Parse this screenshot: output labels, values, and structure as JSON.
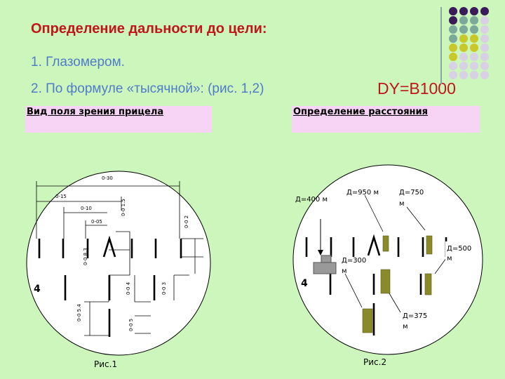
{
  "header": {
    "title": "Определение дальности до цели:",
    "item1": "1. Глазомером.",
    "item2": "2. По формуле «тысячной»: (рис. 1,2)",
    "formula": "DY=B1000"
  },
  "captions": {
    "left": "Вид поля зрения прицела",
    "right": "Определение расстояния"
  },
  "fig1": {
    "label": "Рис.1",
    "number": "4",
    "dim_030": "0-30",
    "dim_015": "0-15",
    "dim_010": "0-10",
    "dim_005": "0-05",
    "v_15": "0-0 1.5",
    "v_2": "0-0 2",
    "v_83": "0-0 8.3",
    "v_4": "0-0 4",
    "v_3": "0-0 3",
    "v_54": "0-0 5.4",
    "v_5": "0-0 5"
  },
  "fig2": {
    "label": "Рис.2",
    "number": "4",
    "d400": "Д=400 м",
    "d950": "Д=950 м",
    "d750_a": "Д=750",
    "d750_b": "м",
    "d500_a": "Д=500",
    "d500_b": "м",
    "d300_a": "Д=300",
    "d300_b": "м",
    "d375_a": "Д=375",
    "d375_b": "м"
  },
  "colors": {
    "background": "#ccf6bc",
    "title": "#c0161b",
    "text": "#4f7cc8",
    "caption_bg": "#f7d4f5",
    "dot_purple": "#3b1a5a",
    "dot_teal": "#7aa89a",
    "dot_olive": "#c8c82a",
    "dot_light": "#d8d0e4"
  }
}
